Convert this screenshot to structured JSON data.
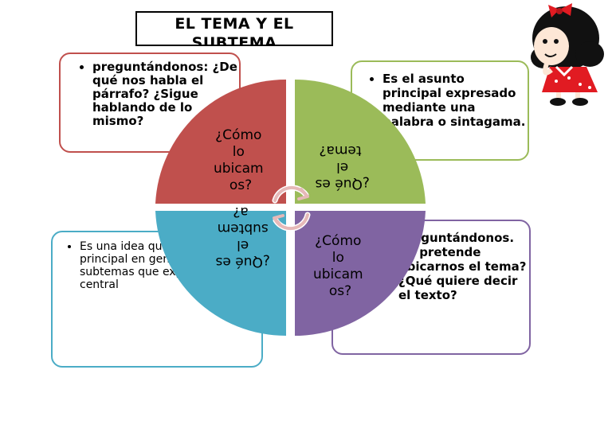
{
  "title": "EL TEMA Y EL SUBTEMA",
  "cards": {
    "top_left": "preguntándonos: ¿De qué nos habla el párrafo? ¿Sigue hablando de lo mismo?",
    "top_right": "Es el asunto principal expresado mediante una palabra o sintagama.",
    "bottom_left": "Es una idea que de un tema principal en general son varios subtemas que explican el tema central",
    "bottom_right": "preguntándonos. Se pretende ubicarnos el tema? ¿Qué quiere decir el texto?"
  },
  "quadrants": {
    "top_left": {
      "lines": [
        "¿Cómo",
        "lo",
        "ubicam",
        "os?"
      ],
      "color": "#c0504d"
    },
    "top_right": {
      "lines": [
        "¿Qué es",
        "el",
        "tema?"
      ],
      "color": "#9bbb59",
      "rotated": true
    },
    "bottom_left": {
      "lines": [
        "¿Qué es",
        "el",
        "subtem",
        "a?"
      ],
      "color": "#4bacc6",
      "rotated": true
    },
    "bottom_right": {
      "lines": [
        "¿Cómo",
        "lo",
        "ubicam",
        "os?"
      ],
      "color": "#8064a2"
    }
  },
  "colors": {
    "border": "#000000",
    "background": "#ffffff",
    "arrows": "#e6b9b8"
  },
  "icons": {
    "mascot": "cartoon-girl-icon",
    "cycle": "cycle-arrows-icon"
  }
}
